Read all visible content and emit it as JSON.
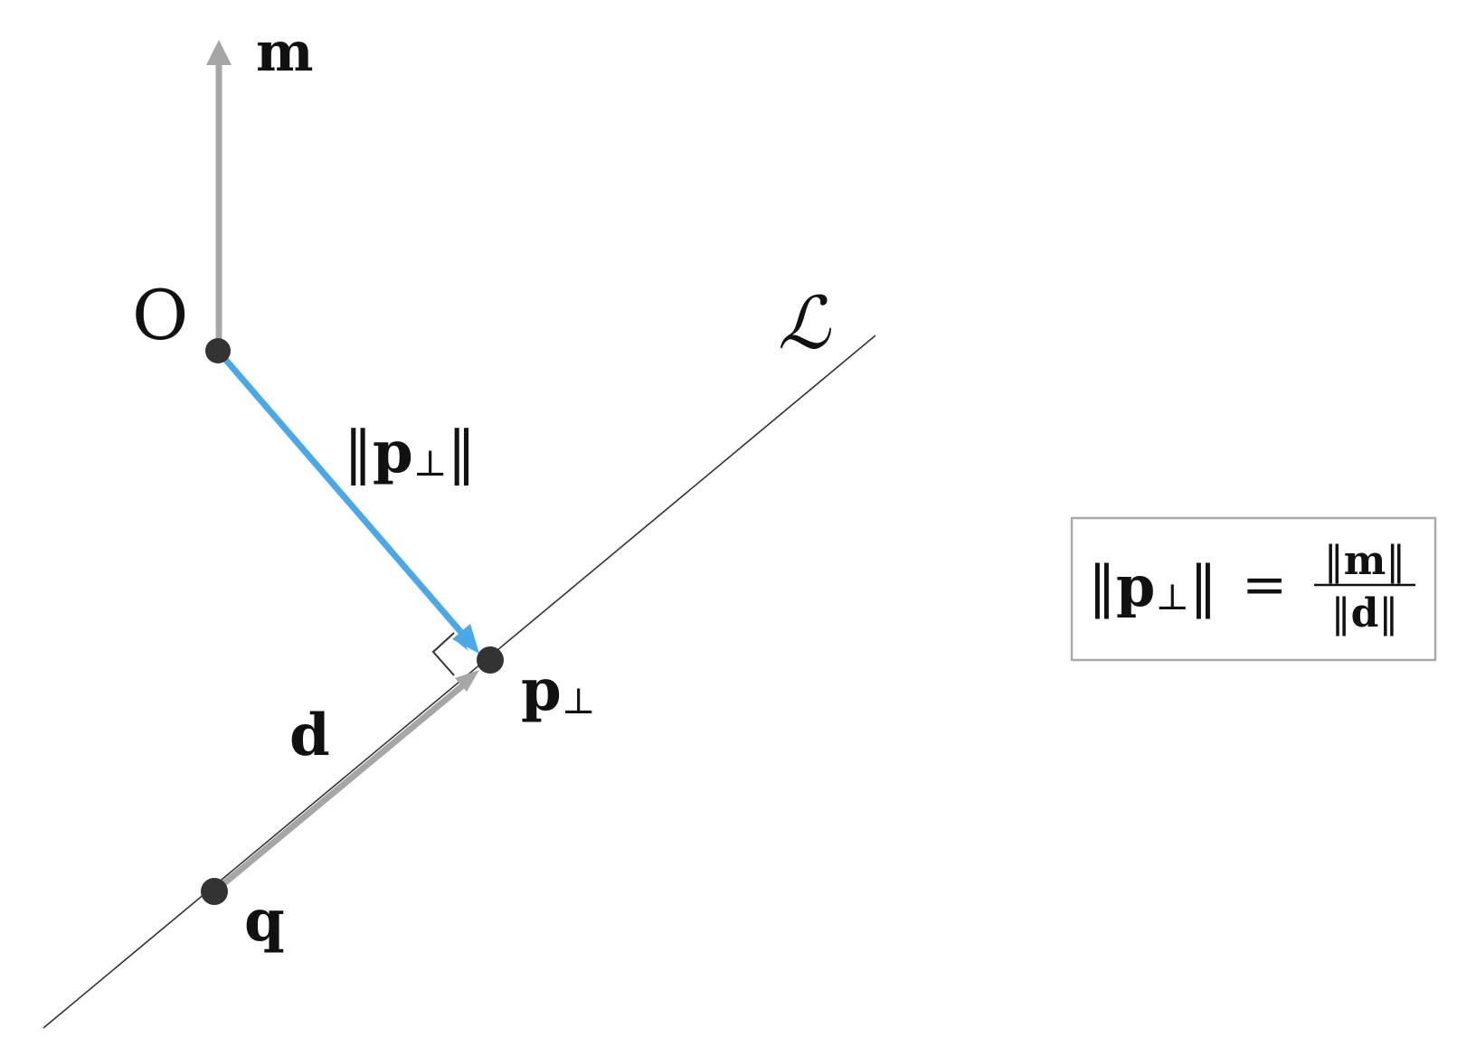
{
  "labels": {
    "m": "m",
    "origin": "O",
    "line": "ℒ",
    "perp_norm_open": "‖",
    "perp_norm_p": "p",
    "perp_norm_sub": "⊥",
    "perp_norm_close": "‖",
    "p_perp_p": "p",
    "p_perp_sub": "⊥",
    "d": "d",
    "q": "q"
  },
  "formula": {
    "lhs_open": "‖",
    "lhs_p": "p",
    "lhs_sub": "⊥",
    "lhs_close": "‖",
    "equals": "=",
    "num_open": "‖",
    "num_m": "m",
    "num_close": "‖",
    "den_open": "‖",
    "den_d": "d",
    "den_close": "‖"
  },
  "colors": {
    "gray_vector": "#a6a6a6",
    "blue_vector": "#4aa8e6",
    "point": "#333333",
    "line": "#333333",
    "box_border": "#aaaaaa",
    "text": "#111111"
  }
}
